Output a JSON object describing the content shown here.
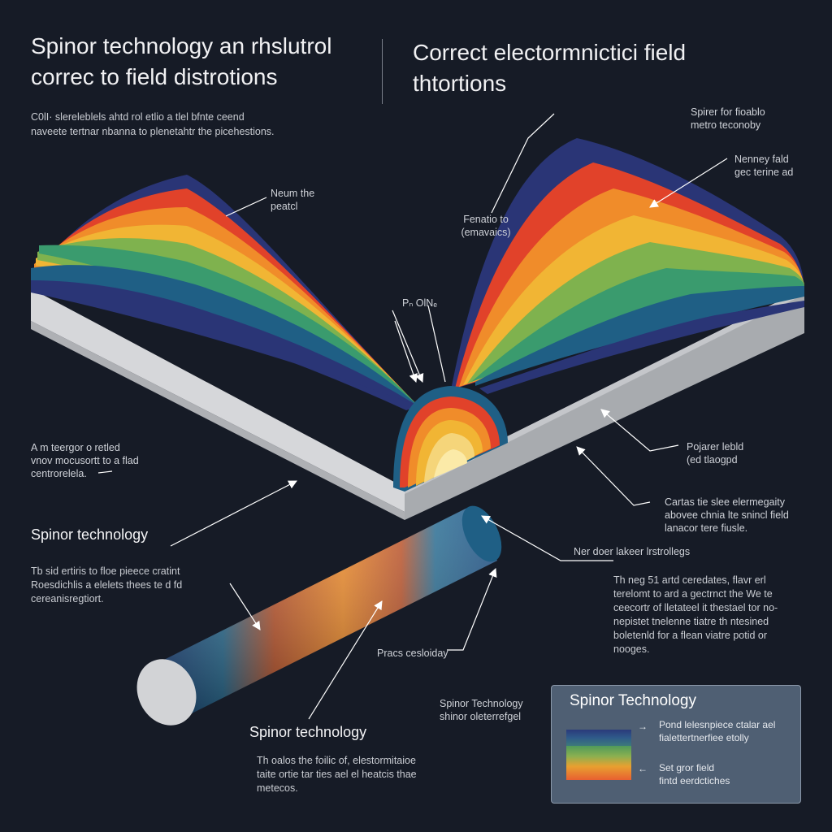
{
  "titles": {
    "left": "Spinor technology an rhslutrol\ncorrec to  field distrotions",
    "right": "Correct electormnictici  field\nthtortions"
  },
  "intro": "C0lI· slereleblels ahtd rol etlio a tlel bfnte ceend\nnaveete tertnar nbanna  to plenetahtr the picehestions.",
  "labels": {
    "neum": "Neum the\npeatcl",
    "fenatio": "Fenatio to\n(emavaics)",
    "pin": "Pₙ OlNₑ",
    "spinor_for": "Spirer for fioablo\nmetro teconoby",
    "nenney": "Nenney fald\ngec terine ad",
    "left_mid": "A m teergor o retled\nvnov mocusortt to a flad\ncentrorelela.",
    "pojarer": "Pojarer lebld\n(ed tlaogpd",
    "cartas": "Cartas tie slee elermegaity\nabovee chnia lte snincl field\nlanacor tere fiusle.",
    "ner_doer": "Ner doer lakeer lrstrollegs",
    "pracs": "Pracs cesloiday",
    "spinor_tech_small": "Spinor Technology\nshinor oleterrefgel"
  },
  "blocks": {
    "left": {
      "heading": "Spinor technology",
      "body": "Tb sid ertiris to floe pieece cratint\nRoesdichlis a elelets thees te d fd\ncereanisregtiort."
    },
    "bottom": {
      "heading": "Spinor technology",
      "body": "Th  oalos the foilic of, elestormitaioe\ntaite  ortie tar ties ael el heatcis  thae\nmetecos."
    },
    "right": {
      "body": "Th  neg  51  artd  ceredates,  flavr  erl\nterelomt to  ard  a  gectrnct  the  We  te\nceecortr of lletateel  it  thestael  tor  no-\nnepistet  tnelenne tiatre th ntesined\nboletenld  for  a  flean  viatre  potid  or\nnooges."
    }
  },
  "legend": {
    "title": "Spinor Technology",
    "item1": "Pond  lelesnpiece ctalar ael\nfialettertnerfiee etolly",
    "item2": "Set  gror  field\nfintd eerdctiches"
  },
  "colors": {
    "background": "#161b26",
    "stripes": [
      "#2a3576",
      "#1f5f85",
      "#3a9b6e",
      "#7fb24e",
      "#f1b534",
      "#f08c2a",
      "#e1422a"
    ]
  }
}
